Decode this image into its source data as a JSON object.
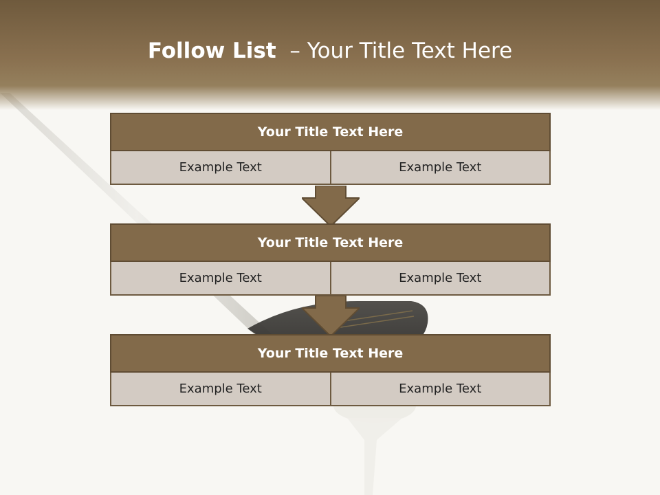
{
  "slide": {
    "title_bold": "Follow List",
    "title_rest": "  – Your Title Text Here"
  },
  "blocks": [
    {
      "title": "Your Title Text Here",
      "left": "Example Text",
      "right": "Example Text"
    },
    {
      "title": "Your Title Text Here",
      "left": "Example Text",
      "right": "Example Text"
    },
    {
      "title": "Your Title Text Here",
      "left": "Example Text",
      "right": "Example Text"
    }
  ],
  "colors": {
    "header_brown": "#826a4a",
    "cell_beige": "#d3cbc3",
    "border_brown": "#5f4c33"
  }
}
